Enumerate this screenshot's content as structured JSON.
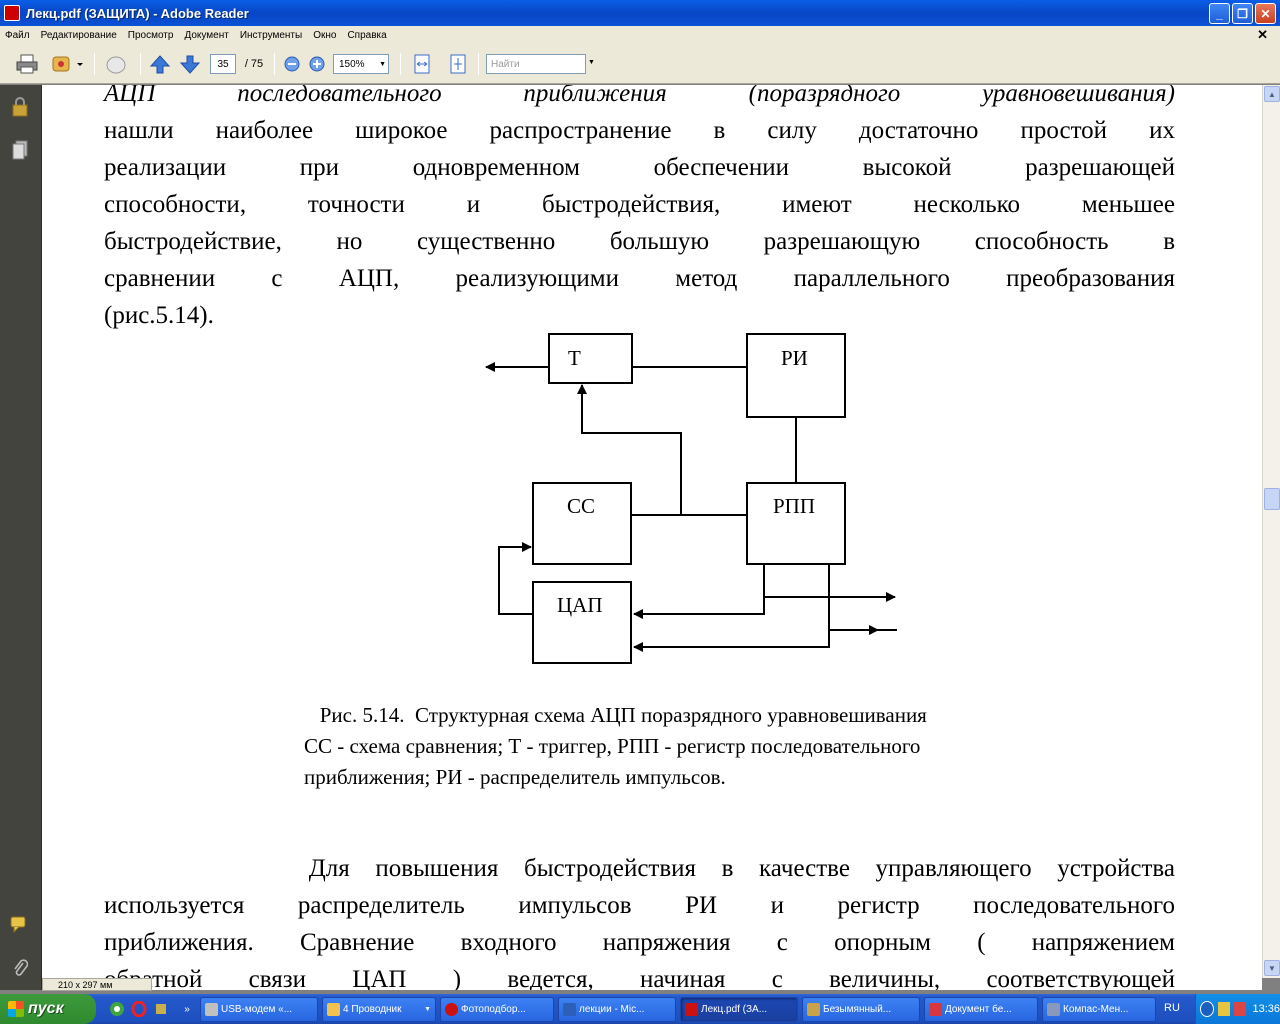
{
  "window": {
    "title": "Лекц.pdf (ЗАЩИТА) - Adobe Reader",
    "btn_min": "_",
    "btn_max": "❐",
    "btn_close": "✕"
  },
  "menu": [
    "Файл",
    "Редактирование",
    "Просмотр",
    "Документ",
    "Инструменты",
    "Окно",
    "Справка"
  ],
  "toolbar": {
    "page_current": "35",
    "page_total": "/ 75",
    "zoom": "150%",
    "search_placeholder": "Найти"
  },
  "document": {
    "para1_lines": [
      "АЦП последовательного приближения (поразрядного уравновешивания)",
      "нашли наиболее широкое распространение в силу достаточно простой их",
      "реализации при одновременном обеспечении высокой разрешающей",
      "способности, точности и быстродействия, имеют несколько меньшее",
      "быстродействие, но существенно большую разрешающую способность в",
      "сравнении с АЦП, реализующими метод параллельного преобразования"
    ],
    "para1_last": "(рис.5.14).",
    "diagram": {
      "block_t": "Т",
      "block_ri": "РИ",
      "block_ss": "СС",
      "block_rpp": "РПП",
      "block_cap": "ЦАП"
    },
    "caption_lines": [
      "   Рис. 5.14.  Структурная схема АЦП поразрядного уравновешивания",
      "СС - схема сравнения; Т - триггер, РПП - регистр последовательного",
      "приближения; РИ - распределитель импульсов."
    ],
    "para2_lines": [
      "        Для повышения быстродействия в качестве управляющего устройства",
      "используется распределитель импульсов РИ и регистр последовательного",
      "приближения. Сравнение входного напряжения с опорным ( напряжением",
      "обратной связи ЦАП ) ведется, начиная с величины, соответствующей"
    ]
  },
  "status": {
    "page_size": "210 x 297 мм"
  },
  "taskbar": {
    "start": "пуск",
    "tasks": [
      "USB-модем «...",
      "4 Проводник",
      "Фотоподбор...",
      "лекции - Mic...",
      "Лекц.pdf (ЗА...",
      "Безымянный...",
      "Документ бе...",
      "Компас-Мен..."
    ],
    "lang": "RU",
    "clock": "13:36",
    "task_colors": [
      "#c0c0c0",
      "#f2c14e",
      "#cc1111",
      "#2b5fb8",
      "#cc1111",
      "#c9a24a",
      "#d9363e",
      "#8899bb"
    ]
  }
}
